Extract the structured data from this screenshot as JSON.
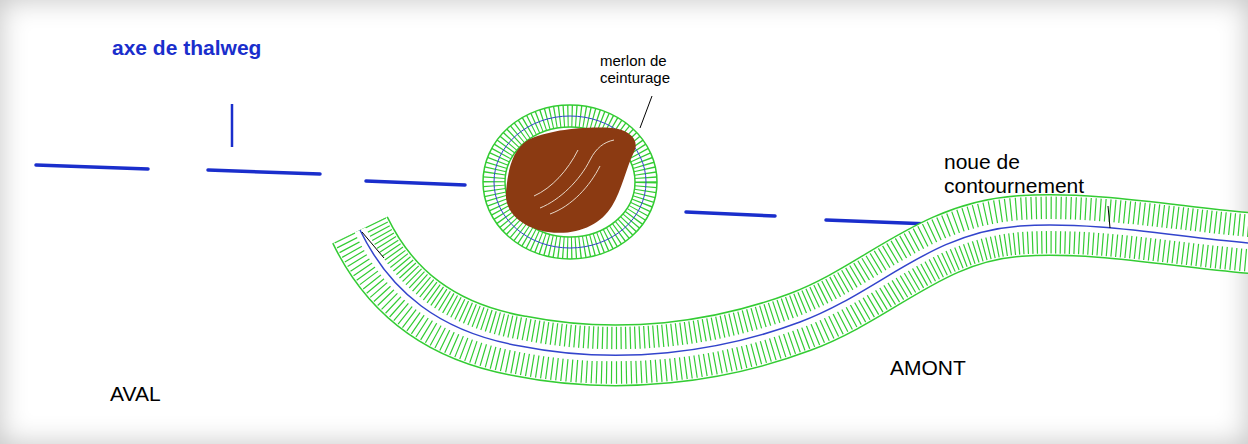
{
  "diagram": {
    "labels": [
      "axe de thalweg",
      "merlon de ceinturage",
      "noue de contournement",
      "AVAL",
      "AMONT"
    ]
  }
}
